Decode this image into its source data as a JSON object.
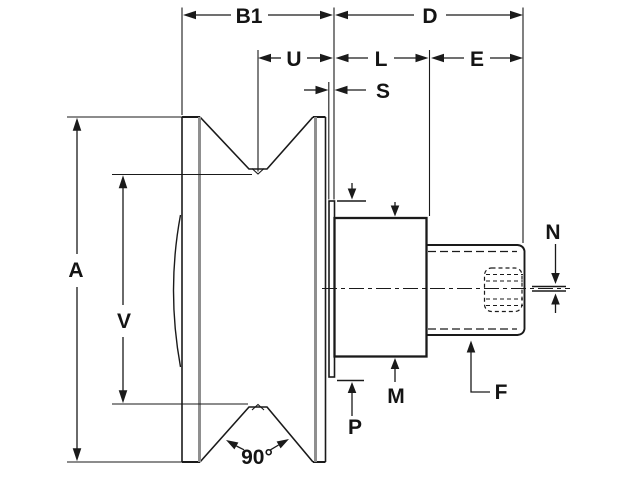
{
  "diagram": {
    "description": "Dimensioned engineering drawing of a V-groove track wheel with hub spacer, shoulder and threaded stud",
    "colors": {
      "line": "#1a1a1a",
      "soft_line": "#8f8f8f",
      "background": "#ffffff"
    },
    "labels": {
      "b1": "B1",
      "d": "D",
      "u": "U",
      "l": "L",
      "e": "E",
      "s": "S",
      "a": "A",
      "v": "V",
      "n": "N",
      "p": "P",
      "m": "M",
      "f": "F",
      "groove_angle": "90°"
    }
  }
}
